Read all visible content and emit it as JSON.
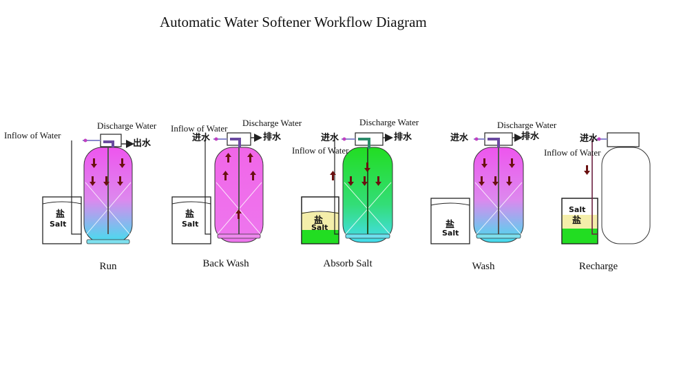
{
  "title": "Automatic Water Softener Workflow Diagram",
  "colors": {
    "pink": "#ee66ee",
    "cyan": "#55ddee",
    "green": "#22dd22",
    "salt_yellow": "#f4eeaa",
    "pipe": "#8888cc",
    "outline": "#222222"
  },
  "stages": [
    {
      "name": "Run",
      "inflow_label": "Inflow of Water",
      "discharge_label": "Discharge Water",
      "outlet_cn": "出水",
      "salt_cn": "盐",
      "salt_en": "Salt"
    },
    {
      "name": "Back Wash",
      "inflow_label": "Inflow of Water",
      "discharge_label": "Discharge Water",
      "inlet_cn": "进水",
      "outlet_cn": "排水",
      "salt_cn": "盐",
      "salt_en": "Salt"
    },
    {
      "name": "Absorb Salt",
      "inflow_label": "Inflow of Water",
      "discharge_label": "Discharge Water",
      "inlet_cn": "进水",
      "outlet_cn": "排水",
      "salt_cn": "盐",
      "salt_en": "Salt"
    },
    {
      "name": "Wash",
      "discharge_label": "Discharge Water",
      "inlet_cn": "进水",
      "outlet_cn": "排水",
      "salt_cn": "盐",
      "salt_en": "Salt"
    },
    {
      "name": "Recharge",
      "inflow_label": "Inflow of Water",
      "inlet_cn": "进水",
      "salt_cn": "盐",
      "salt_en": "Salt"
    }
  ]
}
